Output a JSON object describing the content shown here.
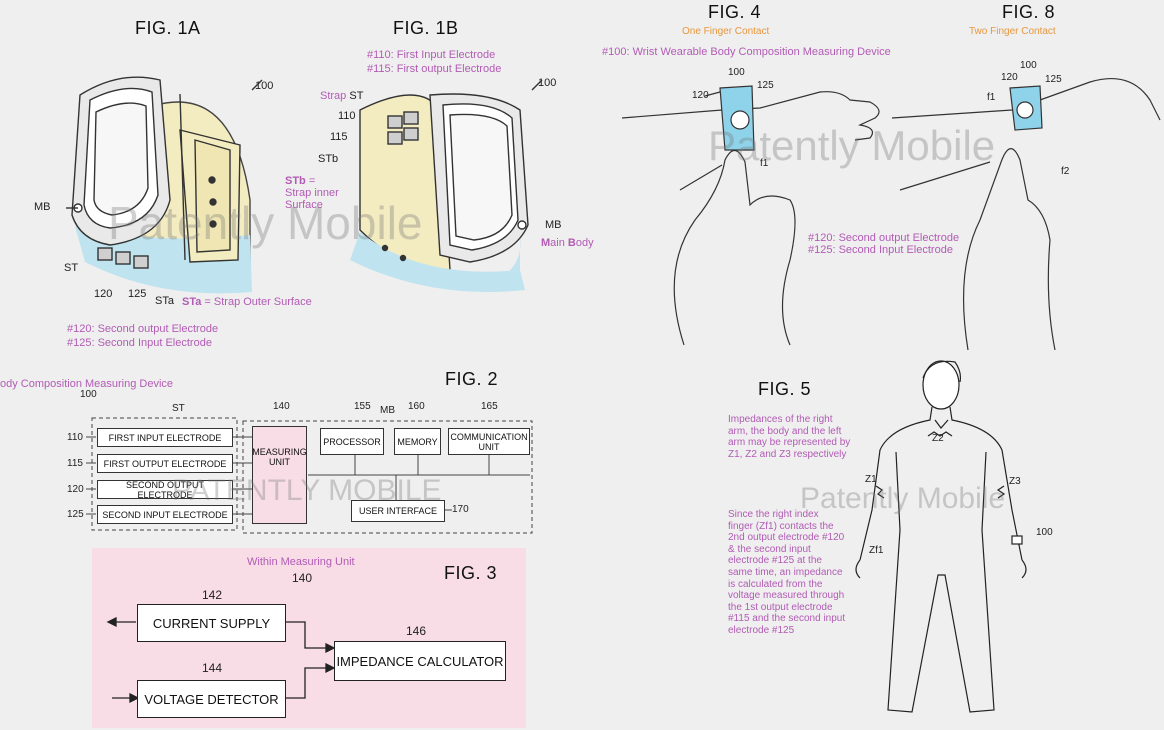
{
  "fig1a": {
    "title": "FIG. 1A",
    "ref_100": "100",
    "mb": "MB",
    "st": "ST",
    "e120": "120",
    "e125": "125",
    "sta": "STa",
    "sta_note_bold": "STa",
    "sta_note": " = Strap Outer Surface",
    "note1": "#120: Second output Electrode",
    "note2": "#125: Second Input Electrode"
  },
  "fig1b": {
    "title": "FIG. 1B",
    "note1": "#110: First Input Electrode",
    "note2": "#115: First output Electrode",
    "ref_100": "100",
    "strap_word": "Strap",
    "st": "ST",
    "e110": "110",
    "e115": "115",
    "stb": "STb",
    "stb_note_bold": "STb",
    "stb_note_eq": " =",
    "stb_note_l2": "Strap inner",
    "stb_note_l3": "Surface",
    "mb": "MB",
    "main_body_m": "M",
    "main_body_ain": "ain ",
    "main_body_b": "B",
    "main_body_ody": "ody"
  },
  "fig4": {
    "title": "FIG. 4",
    "subtitle": "One Finger Contact",
    "device_note": "#100: Wrist Wearable Body Composition Measuring Device",
    "ref_100": "100",
    "ref_120": "120",
    "ref_125": "125",
    "ref_f1": "f1",
    "note1": "#120: Second output Electrode",
    "note2": "#125: Second Input Electrode"
  },
  "fig8": {
    "title": "FIG. 8",
    "subtitle": "Two Finger Contact",
    "ref_100": "100",
    "ref_120": "120",
    "ref_125": "125",
    "ref_f1": "f1",
    "ref_f2": "f2"
  },
  "fig2": {
    "title": "FIG. 2",
    "header_note": "ody Composition Measuring Device",
    "ref_100": "100",
    "st": "ST",
    "mb": "MB",
    "ref_140": "140",
    "ref_155": "155",
    "ref_160": "160",
    "ref_165": "165",
    "ref_170": "170",
    "rows": [
      {
        "num": "110",
        "label": "FIRST INPUT ELECTRODE"
      },
      {
        "num": "115",
        "label": "FIRST OUTPUT ELECTRODE"
      },
      {
        "num": "120",
        "label": "SECOND OUTPUT ELECTRODE"
      },
      {
        "num": "125",
        "label": "SECOND INPUT ELECTRODE"
      }
    ],
    "measuring_unit": "MEASURING UNIT",
    "processor": "PROCESSOR",
    "memory": "MEMORY",
    "communication_unit": "COMMUNICATION UNIT",
    "user_interface": "USER INTERFACE"
  },
  "fig3": {
    "title": "FIG. 3",
    "within": "Within Measuring Unit",
    "ref_140": "140",
    "ref_142": "142",
    "ref_144": "144",
    "ref_146": "146",
    "current_supply": "CURRENT SUPPLY",
    "voltage_detector": "VOLTAGE DETECTOR",
    "impedance_calculator": "IMPEDANCE CALCULATOR",
    "panel_color": "#f8dde6"
  },
  "fig5": {
    "title": "FIG. 5",
    "z1": "Z1",
    "z2": "Z2",
    "z3": "Z3",
    "zf1": "Zf1",
    "ref_100": "100",
    "para1": "Impedances of the right arm, the body and the left arm may be represented by Z1, Z2 and Z3 respectively",
    "para2": "Since the right index finger (Zf1) contacts the 2nd output electrode #120 & the second input electrode #125 at the same time, an impedance is calculated from the voltage measured through the 1st output electrode #115 and the second input electrode #125"
  },
  "watermarks": {
    "wm1": "Patently Mobile",
    "wm2": "Patently Mobile",
    "wm3": "PATENTLY MOBILE",
    "wm4": "Patently Mobile"
  },
  "colors": {
    "accent_pink": "#b25bb5",
    "accent_orange": "#e8973c",
    "strap_yellow": "#f3ecc1",
    "strap_blue": "#bfe3ef",
    "screen_blue": "#8ed3ea"
  }
}
